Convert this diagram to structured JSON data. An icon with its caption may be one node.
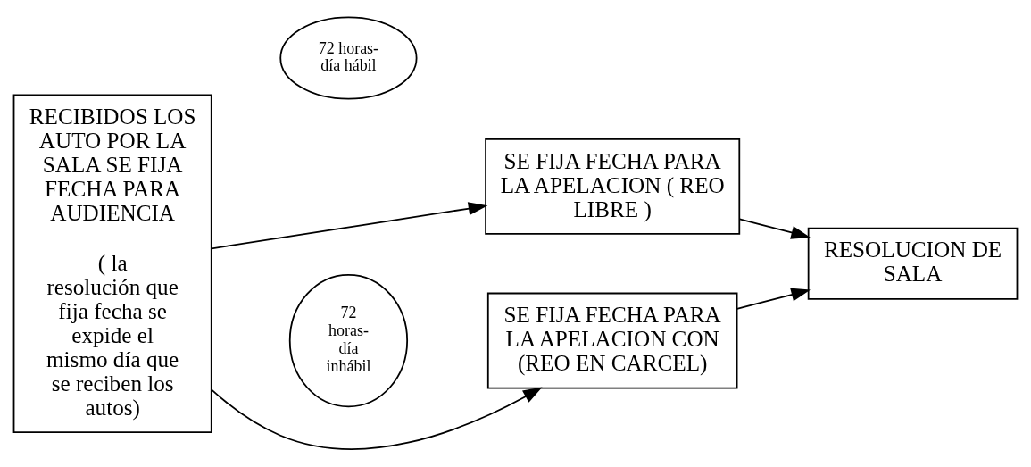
{
  "diagram": {
    "nodes": [
      {
        "text": [
          "RECIBIDOS LOS AUTO POR LA SALA SE FIJA FECHA PARA AUDIENCIA",
          "( la resolución que fija fecha se expide el mismo día que se reciben los autos)"
        ]
      },
      {
        "text": [
          "72 horas- día hábil"
        ]
      },
      {
        "text": [
          "SE FIJA FECHA PARA LA APELACION ( REO LIBRE )"
        ]
      },
      {
        "text": [
          "72 horas- día inhábil"
        ]
      },
      {
        "text": [
          "SE FIJA FECHA PARA LA APELACION CON (REO EN CARCEL)"
        ]
      },
      {
        "text": [
          "RESOLUCION DE SALA"
        ]
      }
    ],
    "edges": [
      {
        "from": 0,
        "to": 2,
        "arrow": "to"
      },
      {
        "from": 0,
        "to": 4,
        "arrow": "to"
      },
      {
        "from": 2,
        "to": 5,
        "arrow": "to"
      },
      {
        "from": 4,
        "to": 5,
        "arrow": "to"
      }
    ]
  }
}
